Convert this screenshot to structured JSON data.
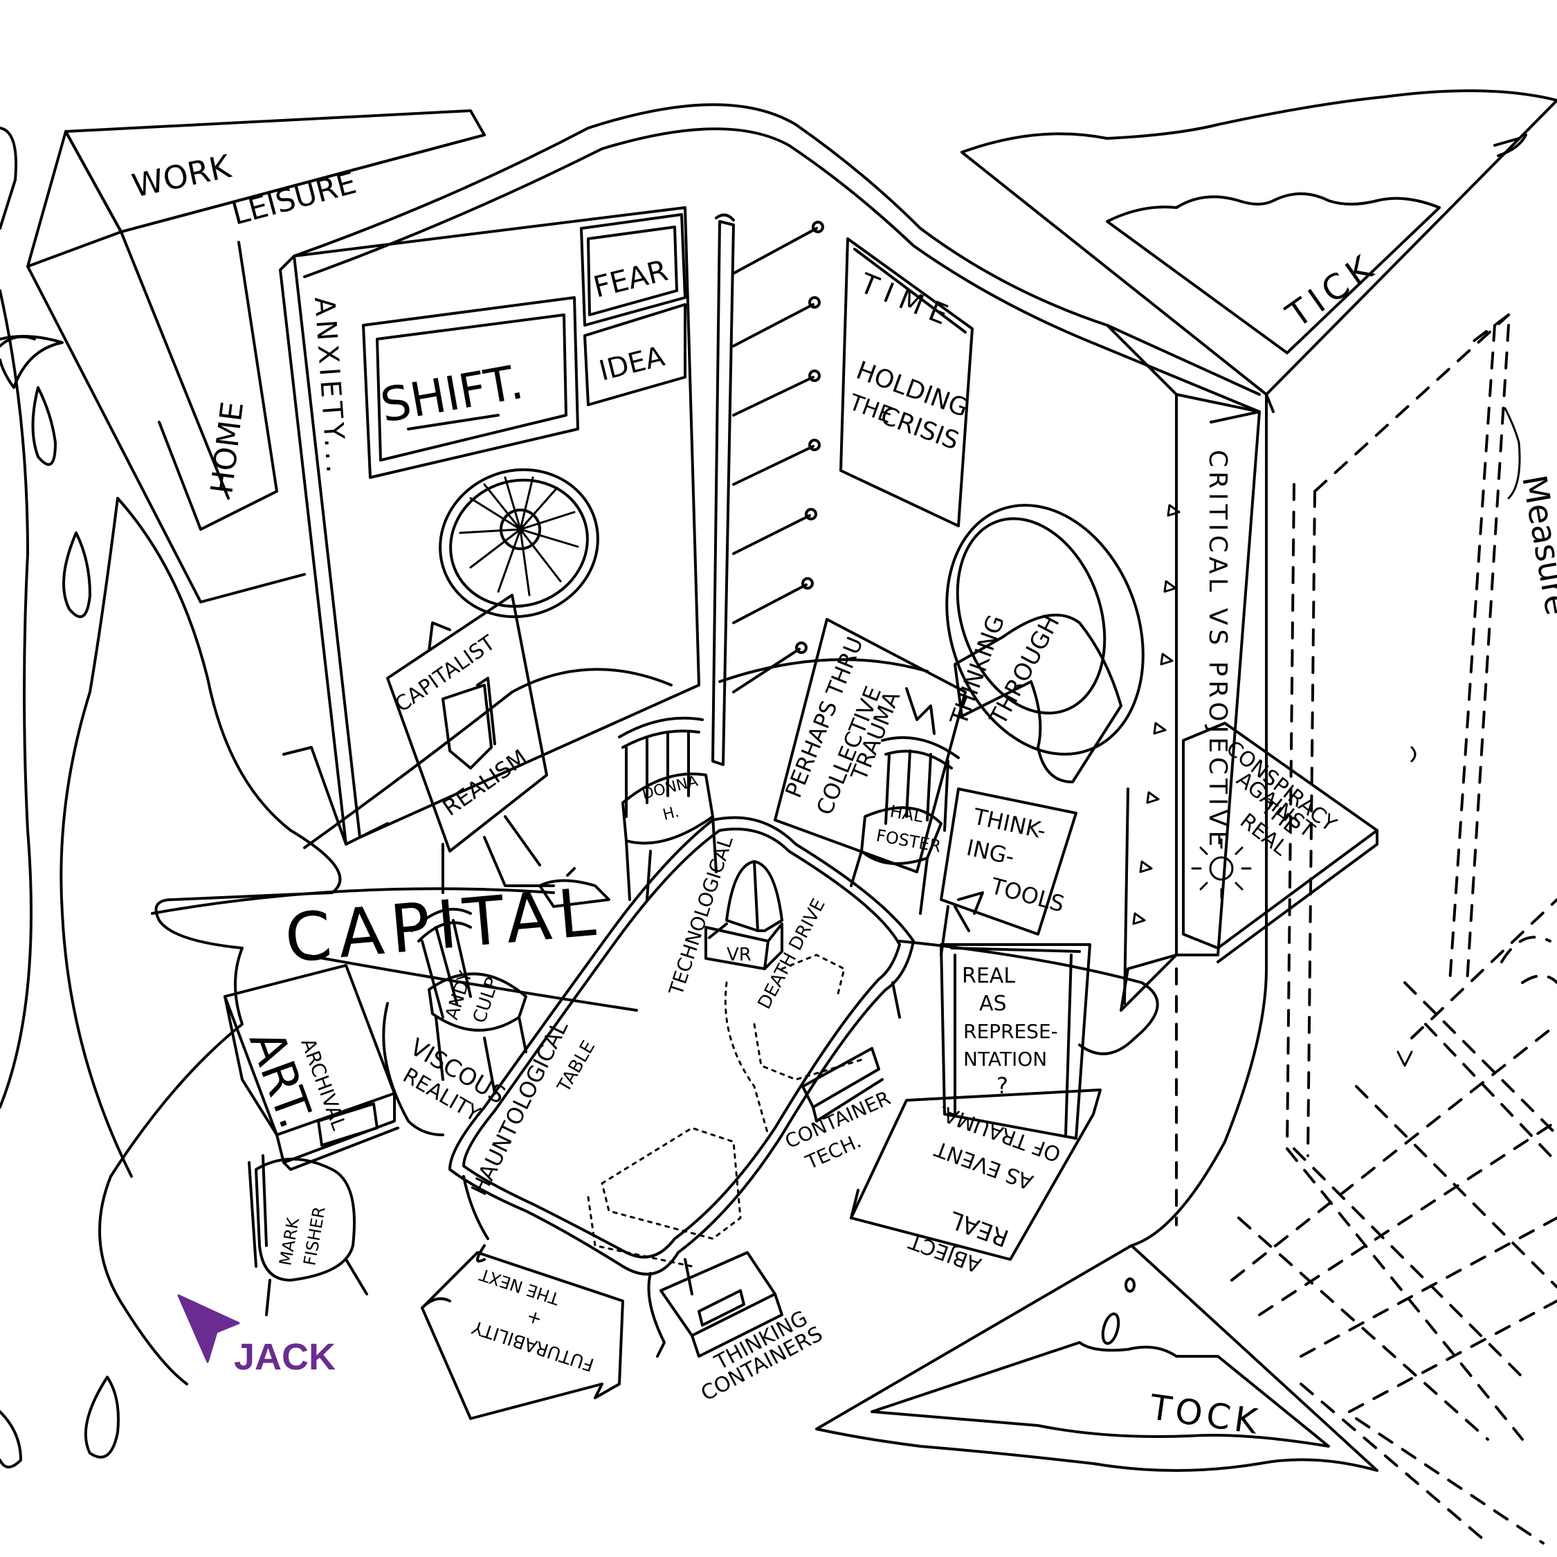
{
  "colors": {
    "ink": "#000000",
    "paper": "#ffffff",
    "cursor": "#6a2c91"
  },
  "labels": {
    "work": "WORK",
    "leisure": "LEISURE",
    "home": "HOME",
    "anxiety": "ANXIETY...",
    "shift": "SHIFT.",
    "fear": "FEAR",
    "idea": "IDEA",
    "time": "TIME",
    "holding_the_crisis": [
      "HOLDING",
      "THE",
      "CRISIS"
    ],
    "capitalist": "CAPITALIST",
    "realism": "REALISM",
    "perhaps": [
      "PERHAPS THRU",
      "COLLECTIVE",
      "TRAUMA"
    ],
    "thinking_through": [
      "THINKING",
      "THROUGH"
    ],
    "thinking_tools": [
      "THINK-",
      "ING-",
      "TOOLS"
    ],
    "critical_vs": "CRITICAL VS PROJECTIVE",
    "conspiracy": [
      "CONSPIRACY",
      "AGAINST",
      "THE",
      "REAL"
    ],
    "donna": [
      "DONNA",
      "H."
    ],
    "hal": [
      "HAL",
      "FOSTER"
    ],
    "capital": "CAPITAL",
    "archival": "ARCHIVAL",
    "art": "ART.",
    "andy": [
      "ANDY",
      "CULP."
    ],
    "viscous": [
      "VISCOUS",
      "REALITY"
    ],
    "technological": "TECHNOLOGICAL",
    "vr": "VR",
    "death_drive": "DEATH DRIVE",
    "hauntological": "HAUNTOLOGICAL",
    "table": "TABLE",
    "real_as_rep": [
      "REAL",
      "AS",
      "REPRESE-",
      "NTATION",
      "?"
    ],
    "container_tech": [
      "CONTAINER",
      "TECH."
    ],
    "abject": [
      "ABJECT",
      "REAL",
      "AS EVENT",
      "OF TRAUMA."
    ],
    "mark_fisher": [
      "MARK",
      "FISHER"
    ],
    "futurability": [
      "FUTURABILITY",
      "+",
      "THE NEXT"
    ],
    "thinking_containers": [
      "THINKING",
      "CONTAINERS"
    ],
    "tick": "TICK",
    "tock": "TOCK",
    "measure": "Measure"
  },
  "cursor": {
    "name": "JACK",
    "icon": "cursor-arrow-icon"
  }
}
